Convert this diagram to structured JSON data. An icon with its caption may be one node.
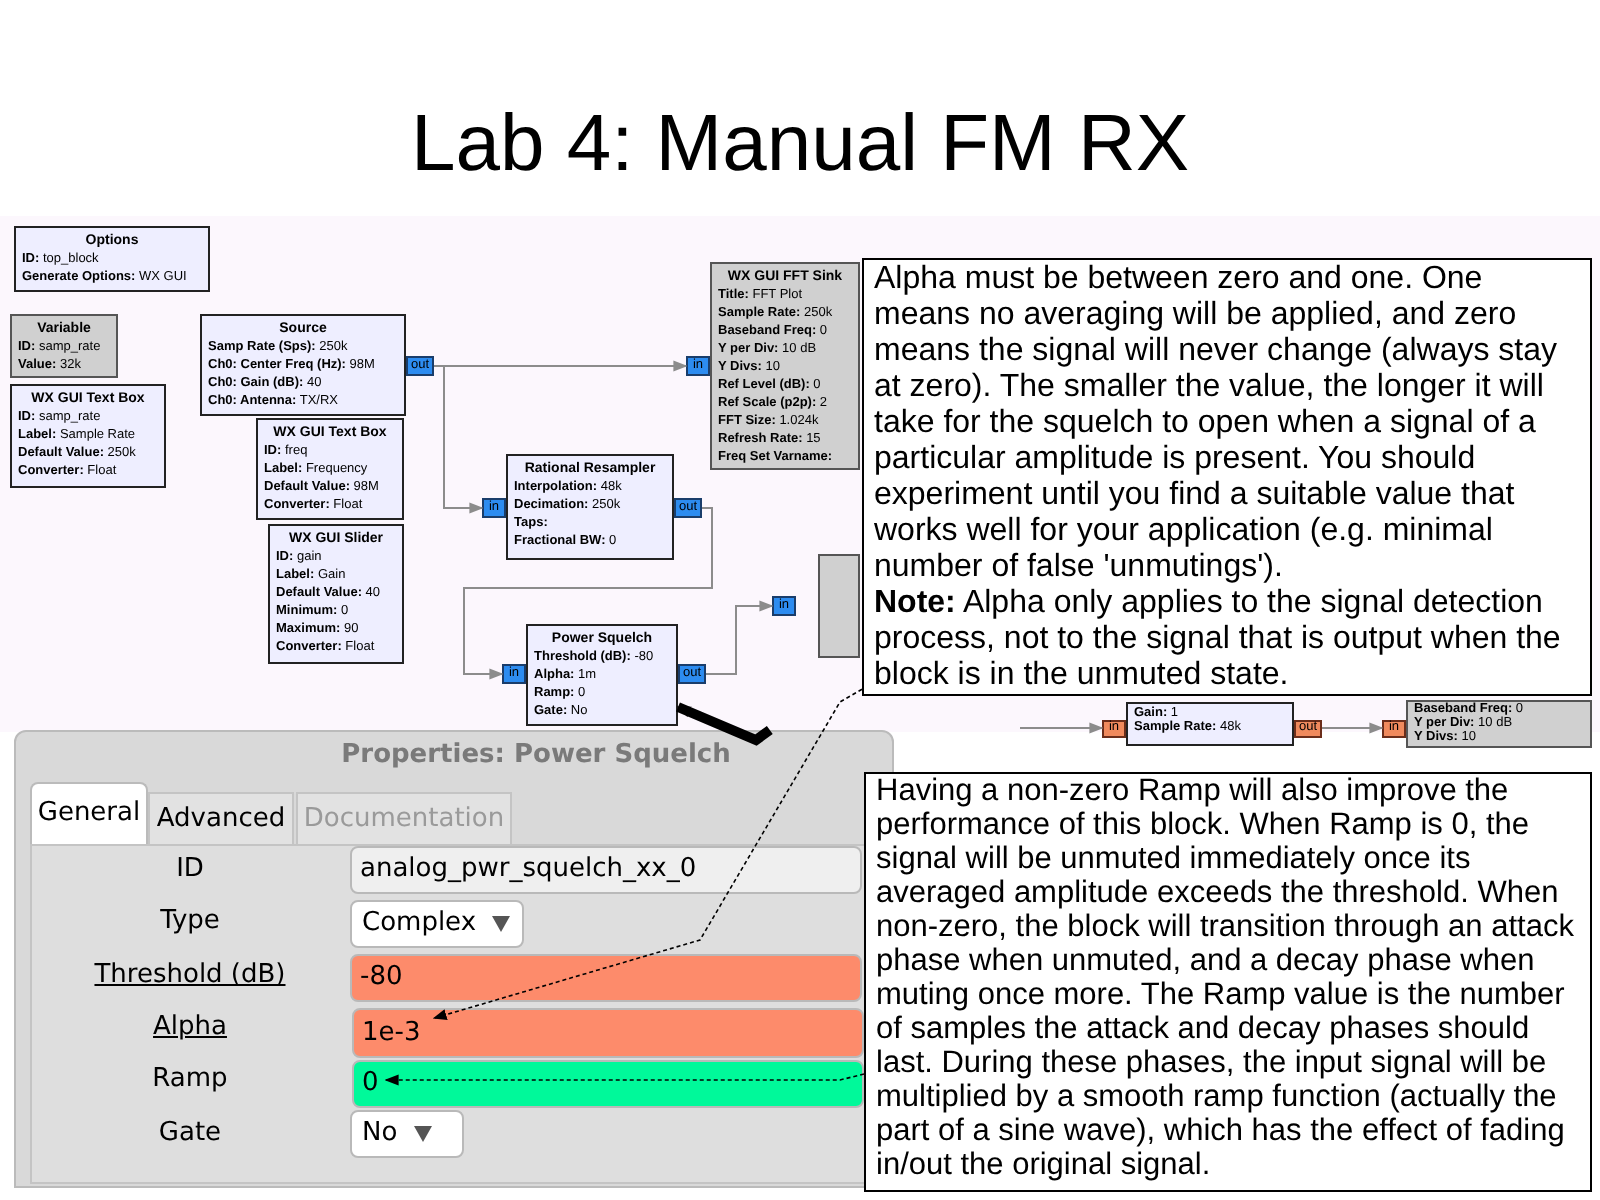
{
  "diagram": {
    "title": "Lab 4: Manual FM RX",
    "nodes": [
      {
        "text": [
          "Options",
          "**ID:** top_block",
          "**Generate Options:** WX GUI"
        ]
      },
      {
        "text": [
          "Variable",
          "**ID:** samp_rate",
          "**Value:** 32k"
        ]
      },
      {
        "text": [
          "WX GUI Text Box",
          "**ID:** samp_rate",
          "**Label:** Sample Rate",
          "**Default Value:** 250k",
          "**Converter:** Float"
        ]
      },
      {
        "text": [
          "Source",
          "**Samp Rate (Sps):** 250k",
          "**Ch0: Center Freq (Hz):** 98M",
          "**Ch0: Gain (dB):** 40",
          "**Ch0: Antenna:** TX/RX"
        ]
      },
      {
        "text": [
          "out"
        ]
      },
      {
        "text": [
          "WX GUI Text Box",
          "**ID:** freq",
          "**Label:** Frequency",
          "**Default Value:** 98M",
          "**Converter:** Float"
        ]
      },
      {
        "text": [
          "WX GUI Slider",
          "**ID:** gain",
          "**Label:** Gain",
          "**Default Value:** 40",
          "**Minimum:** 0",
          "**Maximum:** 90",
          "**Converter:** Float"
        ]
      },
      {
        "text": [
          "WX GUI FFT Sink",
          "**Title:** FFT Plot",
          "**Sample Rate:** 250k",
          "**Baseband Freq:** 0",
          "**Y per Div:** 10 dB",
          "**Y Divs:** 10",
          "**Ref Level (dB):** 0",
          "**Ref Scale (p2p):** 2",
          "**FFT Size:** 1.024k",
          "**Refresh Rate:** 15",
          "**Freq Set Varname:**"
        ]
      },
      {
        "text": [
          "in"
        ]
      },
      {
        "text": [
          "Rational Resampler",
          "**Interpolation:** 48k",
          "**Decimation:** 250k",
          "**Taps:**",
          "**Fractional BW:** 0"
        ]
      },
      {
        "text": [
          "in"
        ]
      },
      {
        "text": [
          "out"
        ]
      },
      {
        "text": [
          "Power Squelch",
          "**Threshold (dB):** -80",
          "**Alpha:** 1m",
          "**Ramp:** 0",
          "**Gate:** No"
        ]
      },
      {
        "text": [
          "in"
        ]
      },
      {
        "text": [
          "out"
        ]
      },
      {
        "text": [],
        "shape": "box"
      },
      {
        "text": [
          "in"
        ]
      },
      {
        "text": [
          "**Gain:** 1",
          "**Sample Rate:** 48k"
        ]
      },
      {
        "text": [
          "in"
        ]
      },
      {
        "text": [
          "out"
        ]
      },
      {
        "text": [
          "**Baseband Freq:** 0",
          "**Y per Div:** 10 dB",
          "**Y Divs:** 10"
        ]
      },
      {
        "text": [
          "in"
        ]
      },
      {
        "text": [
          "Properties: Power Squelch"
        ]
      },
      {
        "text": [
          "1e-3"
        ],
        "in": 22
      },
      {
        "text": [
          "0"
        ],
        "in": 22
      },
      {
        "text": [
          "Alpha must be between zero and one. One means no averaging will be applied, and zero means the signal will never change (always stay at zero). The smaller the value, the longer it will take for the squelch to open when a signal of a particular amplitude is present. You should experiment until you find a suitable value that works well for your application (e.g. minimal number of false 'unmutings').",
          "**Note:** Alpha only applies to the signal detection process, not to the signal that is output when the block is in the unmuted state."
        ]
      },
      {
        "text": [
          "Having a non-zero Ramp will also improve the performance of this block. When Ramp is 0, the signal will be unmuted immediately once its averaged amplitude exceeds the threshold. When non-zero, the block will transition through an attack phase when unmuted, and a decay phase when muting once more. The Ramp value is the number of samples the attack and decay phases should last. During these phases, the input signal will be multiplied by a smooth ramp function (actually the part of a sine wave), which has the effect of fading in/out the original signal."
        ]
      }
    ],
    "edges": [
      {
        "from": 4,
        "to": 8,
        "arrow": "to"
      },
      {
        "from": 4,
        "to": 10,
        "arrow": "to"
      },
      {
        "from": 11,
        "to": 13,
        "arrow": "to"
      },
      {
        "from": 14,
        "to": 16,
        "arrow": "to"
      },
      {
        "from": 19,
        "to": 21,
        "arrow": "to"
      },
      {
        "from": null,
        "to": 18,
        "arrow": "to"
      },
      {
        "from": 25,
        "to": 23,
        "arrow": "to",
        "style": "dashed",
        "color": "#000000"
      },
      {
        "from": 26,
        "to": 24,
        "arrow": "to",
        "style": "dashed",
        "color": "#000000"
      },
      {
        "from": 22,
        "to": 12,
        "arrow": "to",
        "style": "thick",
        "color": "#000000"
      }
    ],
    "labels": [
      "General",
      "Advanced",
      "Documentation",
      "ID",
      "analog_pwr_squelch_xx_0",
      "Type",
      "Complex",
      "Threshold (dB)",
      "-80",
      "Alpha",
      "Ramp",
      "Gate",
      "No"
    ]
  }
}
